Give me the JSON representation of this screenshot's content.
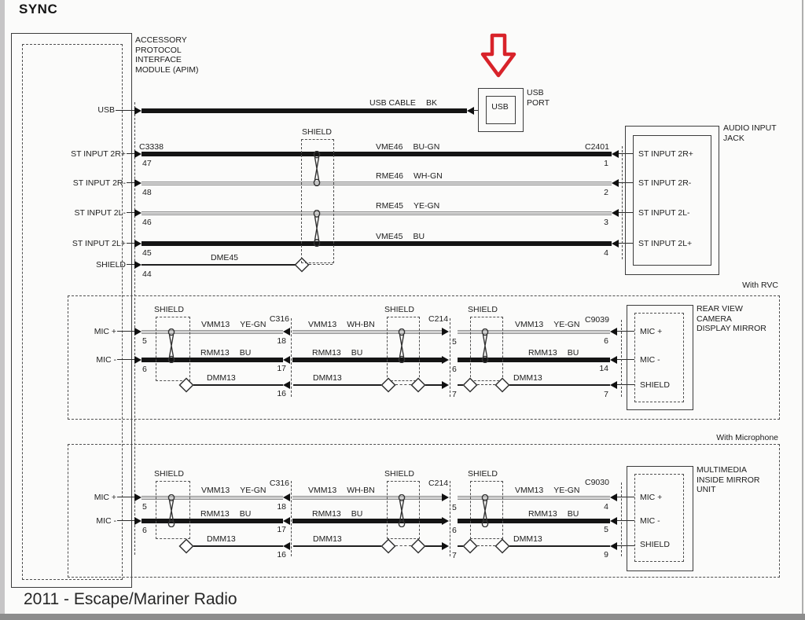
{
  "page": {
    "title": "SYNC",
    "caption": "2011 - Escape/Mariner Radio"
  },
  "colors": {
    "red_arrow": "#d8232a",
    "wire_black": "#141414",
    "text": "#1c1c1c"
  },
  "regions": {
    "rvc": "With RVC",
    "microphone": "With Microphone"
  },
  "modules": {
    "apim": {
      "label": "ACCESSORY\nPROTOCOL\nINTERFACE\nMODULE (APIM)"
    },
    "usb_port": {
      "label": "USB\nPORT",
      "port_text": "USB"
    },
    "audio_jack": {
      "label": "AUDIO INPUT\nJACK"
    },
    "rvc_mirror": {
      "label": "REAR VIEW\nCAMERA\nDISPLAY MIRROR"
    },
    "mm_mirror": {
      "label": "MULTIMEDIA\nINSIDE MIRROR\nUNIT"
    }
  },
  "top": {
    "usb_row": {
      "apim_label": "USB",
      "circuit": "USB CABLE",
      "color": "BK"
    },
    "connector_left": "C3338",
    "connector_right": "C2401",
    "shield_label": "SHIELD",
    "rows": [
      {
        "label_left": "ST INPUT 2R+",
        "pin_left": "47",
        "circuit": "VME46",
        "color": "BU-GN",
        "pin_right": "1",
        "label_right": "ST INPUT 2R+"
      },
      {
        "label_left": "ST INPUT 2R-",
        "pin_left": "48",
        "circuit": "RME46",
        "color": "WH-GN",
        "pin_right": "2",
        "label_right": "ST INPUT 2R-"
      },
      {
        "label_left": "ST INPUT 2L-",
        "pin_left": "46",
        "circuit": "RME45",
        "color": "YE-GN",
        "pin_right": "3",
        "label_right": "ST INPUT 2L-"
      },
      {
        "label_left": "ST INPUT 2L+",
        "pin_left": "45",
        "circuit": "VME45",
        "color": "BU",
        "pin_right": "4",
        "label_right": "ST INPUT 2L+"
      }
    ],
    "shield_row": {
      "label_left": "SHIELD",
      "pin_left": "44",
      "circuit": "DME45"
    }
  },
  "rvc": {
    "mic_p": {
      "label": "MIC +",
      "pin": "5"
    },
    "mic_n": {
      "label": "MIC -",
      "pin": "6"
    },
    "c316": {
      "name": "C316",
      "pins": [
        "18",
        "17",
        "16"
      ]
    },
    "c214": {
      "name": "C214",
      "pins": [
        "5",
        "6",
        "7"
      ]
    },
    "c_out": {
      "name": "C9039",
      "pins": [
        "6",
        "14",
        "7"
      ]
    },
    "seg1": {
      "mic_p_circuit": "VMM13",
      "mic_p_color": "YE-GN",
      "mic_n_circuit": "RMM13",
      "mic_n_color": "BU",
      "drain": "DMM13"
    },
    "seg2": {
      "mic_p_circuit": "VMM13",
      "mic_p_color": "WH-BN",
      "mic_n_circuit": "RMM13",
      "mic_n_color": "BU",
      "drain": "DMM13"
    },
    "seg3": {
      "mic_p_circuit": "VMM13",
      "mic_p_color": "YE-GN",
      "mic_n_circuit": "RMM13",
      "mic_n_color": "BU",
      "drain": "DMM13"
    },
    "shield_labels": [
      "SHIELD",
      "SHIELD",
      "SHIELD"
    ],
    "module_pins": [
      "MIC +",
      "MIC -",
      "SHIELD"
    ]
  },
  "mic": {
    "mic_p": {
      "label": "MIC +",
      "pin": "5"
    },
    "mic_n": {
      "label": "MIC -",
      "pin": "6"
    },
    "c316": {
      "name": "C316",
      "pins": [
        "18",
        "17",
        "16"
      ]
    },
    "c214": {
      "name": "C214",
      "pins": [
        "5",
        "6",
        "7"
      ]
    },
    "c_out": {
      "name": "C9030",
      "pins": [
        "4",
        "5",
        "9"
      ]
    },
    "seg1": {
      "mic_p_circuit": "VMM13",
      "mic_p_color": "YE-GN",
      "mic_n_circuit": "RMM13",
      "mic_n_color": "BU",
      "drain": "DMM13"
    },
    "seg2": {
      "mic_p_circuit": "VMM13",
      "mic_p_color": "WH-BN",
      "mic_n_circuit": "RMM13",
      "mic_n_color": "BU",
      "drain": "DMM13"
    },
    "seg3": {
      "mic_p_circuit": "VMM13",
      "mic_p_color": "YE-GN",
      "mic_n_circuit": "RMM13",
      "mic_n_color": "BU",
      "drain": "DMM13"
    },
    "shield_labels": [
      "SHIELD",
      "SHIELD",
      "SHIELD"
    ],
    "module_pins": [
      "MIC +",
      "MIC -",
      "SHIELD"
    ]
  }
}
